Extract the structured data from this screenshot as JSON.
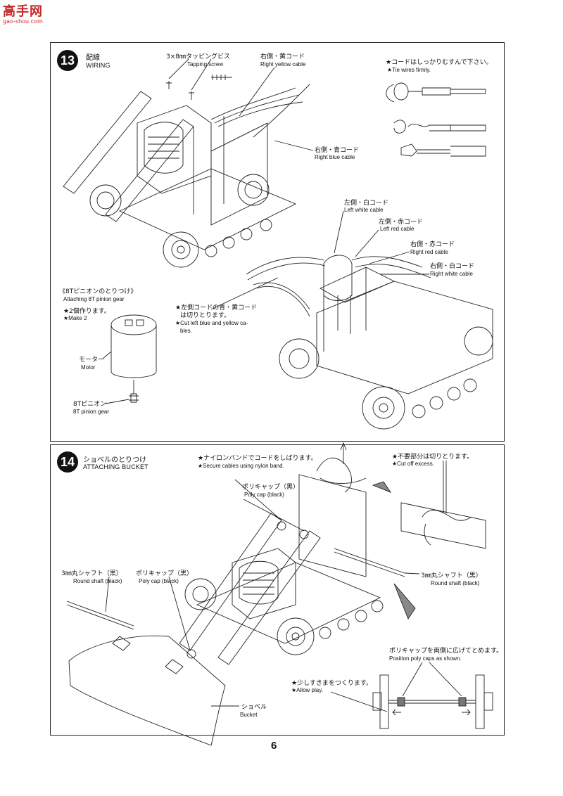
{
  "watermark": {
    "logo": "高手网",
    "url": "gao-shou.com"
  },
  "step13": {
    "number": "13",
    "title_jp": "配線",
    "title_en": "WIRING",
    "labels": {
      "screw_jp": "3×8㎜タッピングビス",
      "screw_en": "Tapping screw",
      "right_yellow_jp": "右側・黄コード",
      "right_yellow_en": "Right yellow cable",
      "right_blue_jp": "右側・青コード",
      "right_blue_en": "Right blue cable",
      "tie_jp": "★コードはしっかりむすんで下さい。",
      "tie_en": "★Tie wires firmly.",
      "left_white_jp": "左側・白コード",
      "left_white_en": "Left white cable",
      "left_red_jp": "左側・赤コード",
      "left_red_en": "Left red cable",
      "right_red_jp": "右側・赤コード",
      "right_red_en": "Right red cable",
      "right_white_jp": "右側・白コード",
      "right_white_en": "Right white cable",
      "cut_jp_1": "★左側コードの青・黄コード",
      "cut_jp_2": "は切りとります。",
      "cut_en_1": "★Cut left blue and yellow ca-",
      "cut_en_2": "bles."
    },
    "pinion": {
      "title_jp": "《8Tピニオンのとりつけ》",
      "title_en": "Attaching 8T pinion gear",
      "make_jp": "★2個作ります。",
      "make_en": "★Make 2",
      "motor_jp": "モーター",
      "motor_en": "Motor",
      "gear_jp": "8Tピニオン",
      "gear_en": "8T pinion gear"
    }
  },
  "step14": {
    "number": "14",
    "title_jp": "ショベルのとりつけ",
    "title_en": "ATTACHING BUCKET",
    "labels": {
      "nylon_jp": "★ナイロンバンドでコードをしばります。",
      "nylon_en": "★Secure cables using nylon band.",
      "cutoff_jp": "★不要部分は切りとります。",
      "cutoff_en": "★Cut off excess.",
      "polycap1_jp": "ポリキャップ（黒）",
      "polycap1_en": "Poly cap (black)",
      "shaft_left_jp": "3㎜丸シャフト（黒）",
      "shaft_left_en": "Round shaft (black)",
      "polycap2_jp": "ポリキャップ（黒）",
      "polycap2_en": "Poly cap (black)",
      "shaft_right_jp": "3㎜丸シャフト（黒）",
      "shaft_right_en": "Round shaft (black)",
      "position_jp": "ポリキャップを両側に広げてとめます。",
      "position_en": "Position poly caps as shown.",
      "play_jp": "★少しすきまをつくります。",
      "play_en": "★Allow play.",
      "bucket_jp": "ショベル",
      "bucket_en": "Bucket"
    }
  },
  "page_number": "6"
}
